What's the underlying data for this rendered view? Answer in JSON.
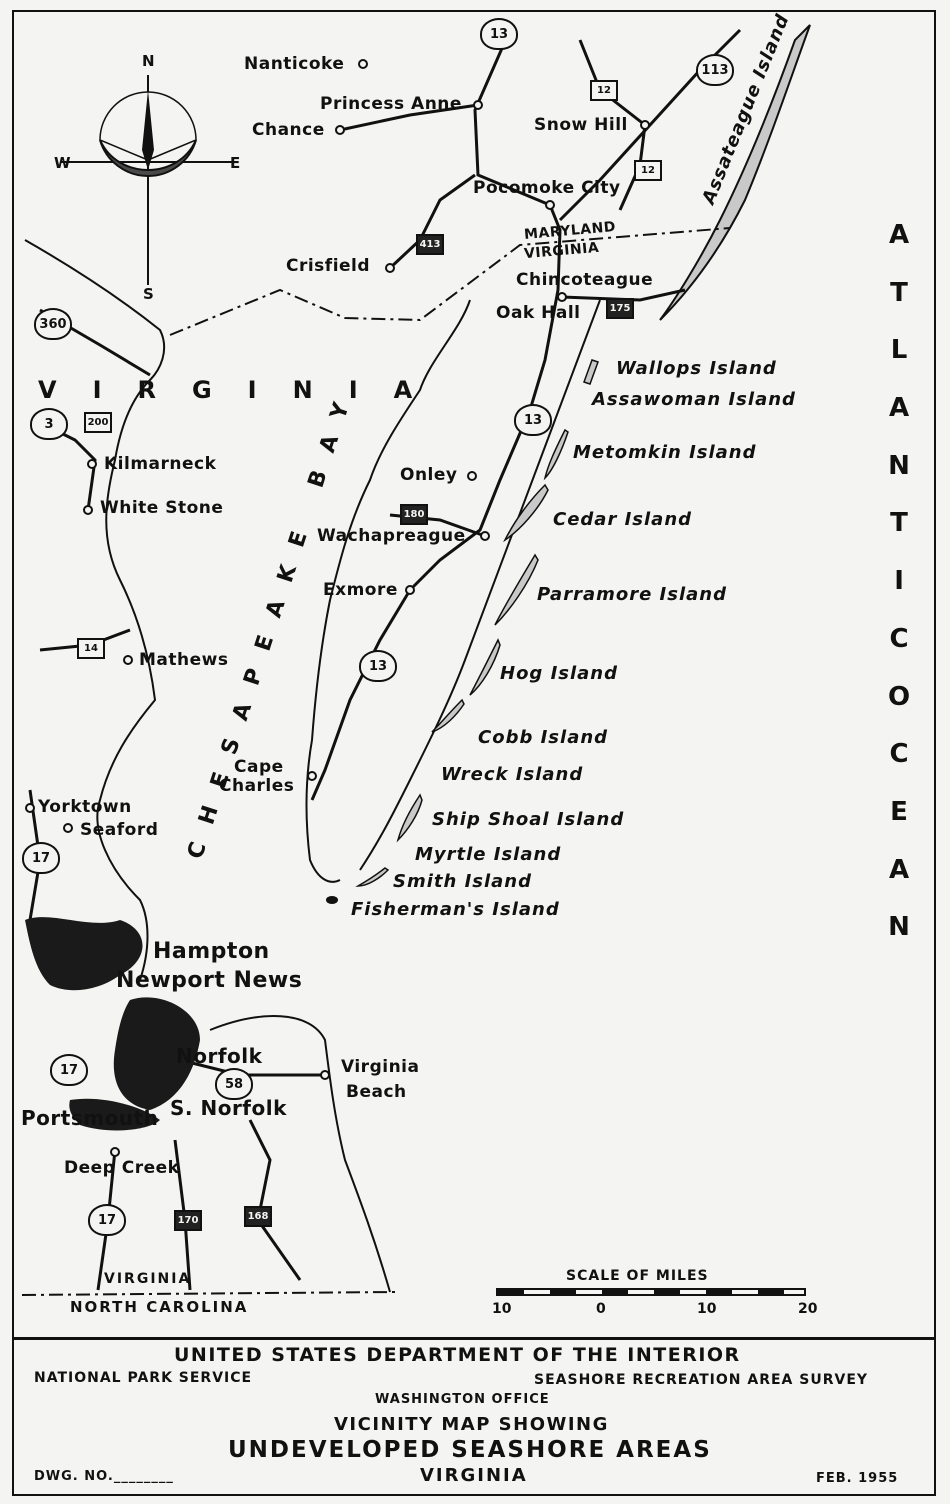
{
  "compass": {
    "n": "N",
    "s": "S",
    "e": "E",
    "w": "W"
  },
  "places": {
    "nanticoke": "Nanticoke",
    "princess_anne": "Princess Anne",
    "chance": "Chance",
    "snow_hill": "Snow Hill",
    "pocomoke_city": "Pocomoke City",
    "crisfield": "Crisfield",
    "maryland": "MARYLAND",
    "virginia_line": "VIRGINIA",
    "chincoteague": "Chincoteague",
    "oak_hall": "Oak Hall",
    "kilmarneck": "Kilmarneck",
    "white_stone": "White Stone",
    "onley": "Onley",
    "wachapreague": "Wachapreague",
    "exmore": "Exmore",
    "mathews": "Mathews",
    "cape": "Cape",
    "charles": "Charles",
    "yorktown": "Yorktown",
    "seaford": "Seaford",
    "hampton": "Hampton",
    "newport_news": "Newport News",
    "norfolk": "Norfolk",
    "virginia": "Virginia",
    "beach": "Beach",
    "portsmouth": "Portsmouth",
    "s_norfolk": "S. Norfolk",
    "deep_creek": "Deep Creek",
    "border_virginia": "VIRGINIA",
    "border_north_carolina": "NORTH CAROLINA"
  },
  "islands": {
    "assateague": "Assateague Island",
    "wallops": "Wallops Island",
    "assawoman": "Assawoman Island",
    "metomkin": "Metomkin Island",
    "cedar": "Cedar Island",
    "parramore": "Parramore Island",
    "hog": "Hog Island",
    "cobb": "Cobb Island",
    "wreck": "Wreck Island",
    "ship_shoal": "Ship Shoal Island",
    "myrtle": "Myrtle Island",
    "smith": "Smith Island",
    "fishermans": "Fisherman's Island"
  },
  "water": {
    "bay": "CHESAPEAKE BAY",
    "ocean_letters": [
      "A",
      "T",
      "L",
      "A",
      "N",
      "T",
      "I",
      "C",
      "O",
      "C",
      "E",
      "A",
      "N"
    ]
  },
  "state_name": "VIRGINIA",
  "roads": {
    "us13_a": "13",
    "us13_b": "13",
    "us13_c": "13",
    "us113": "113",
    "us12_a": "12",
    "us12_b": "12",
    "r413": "413",
    "r175": "175",
    "us360": "360",
    "r3": "3",
    "r200": "200",
    "r14": "14",
    "r180": "180",
    "us17_a": "17",
    "us17_b": "17",
    "us58": "58",
    "us17_c": "17",
    "r170": "170",
    "r168": "168"
  },
  "scale": {
    "title": "SCALE OF MILES",
    "ticks": [
      "10",
      "0",
      "10",
      "20"
    ]
  },
  "title_block": {
    "department": "UNITED STATES DEPARTMENT OF THE INTERIOR",
    "service": "NATIONAL PARK SERVICE",
    "survey": "SEASHORE RECREATION AREA SURVEY",
    "office": "WASHINGTON OFFICE",
    "line1": "VICINITY MAP SHOWING",
    "line2": "UNDEVELOPED SEASHORE AREAS",
    "line3": "VIRGINIA",
    "dwg": "DWG. NO.________",
    "date": "FEB. 1955"
  },
  "colors": {
    "ink": "#111111",
    "paper": "#f4f4f2",
    "water_shade": "#c9c9c9",
    "urban": "#1a1a1a"
  }
}
